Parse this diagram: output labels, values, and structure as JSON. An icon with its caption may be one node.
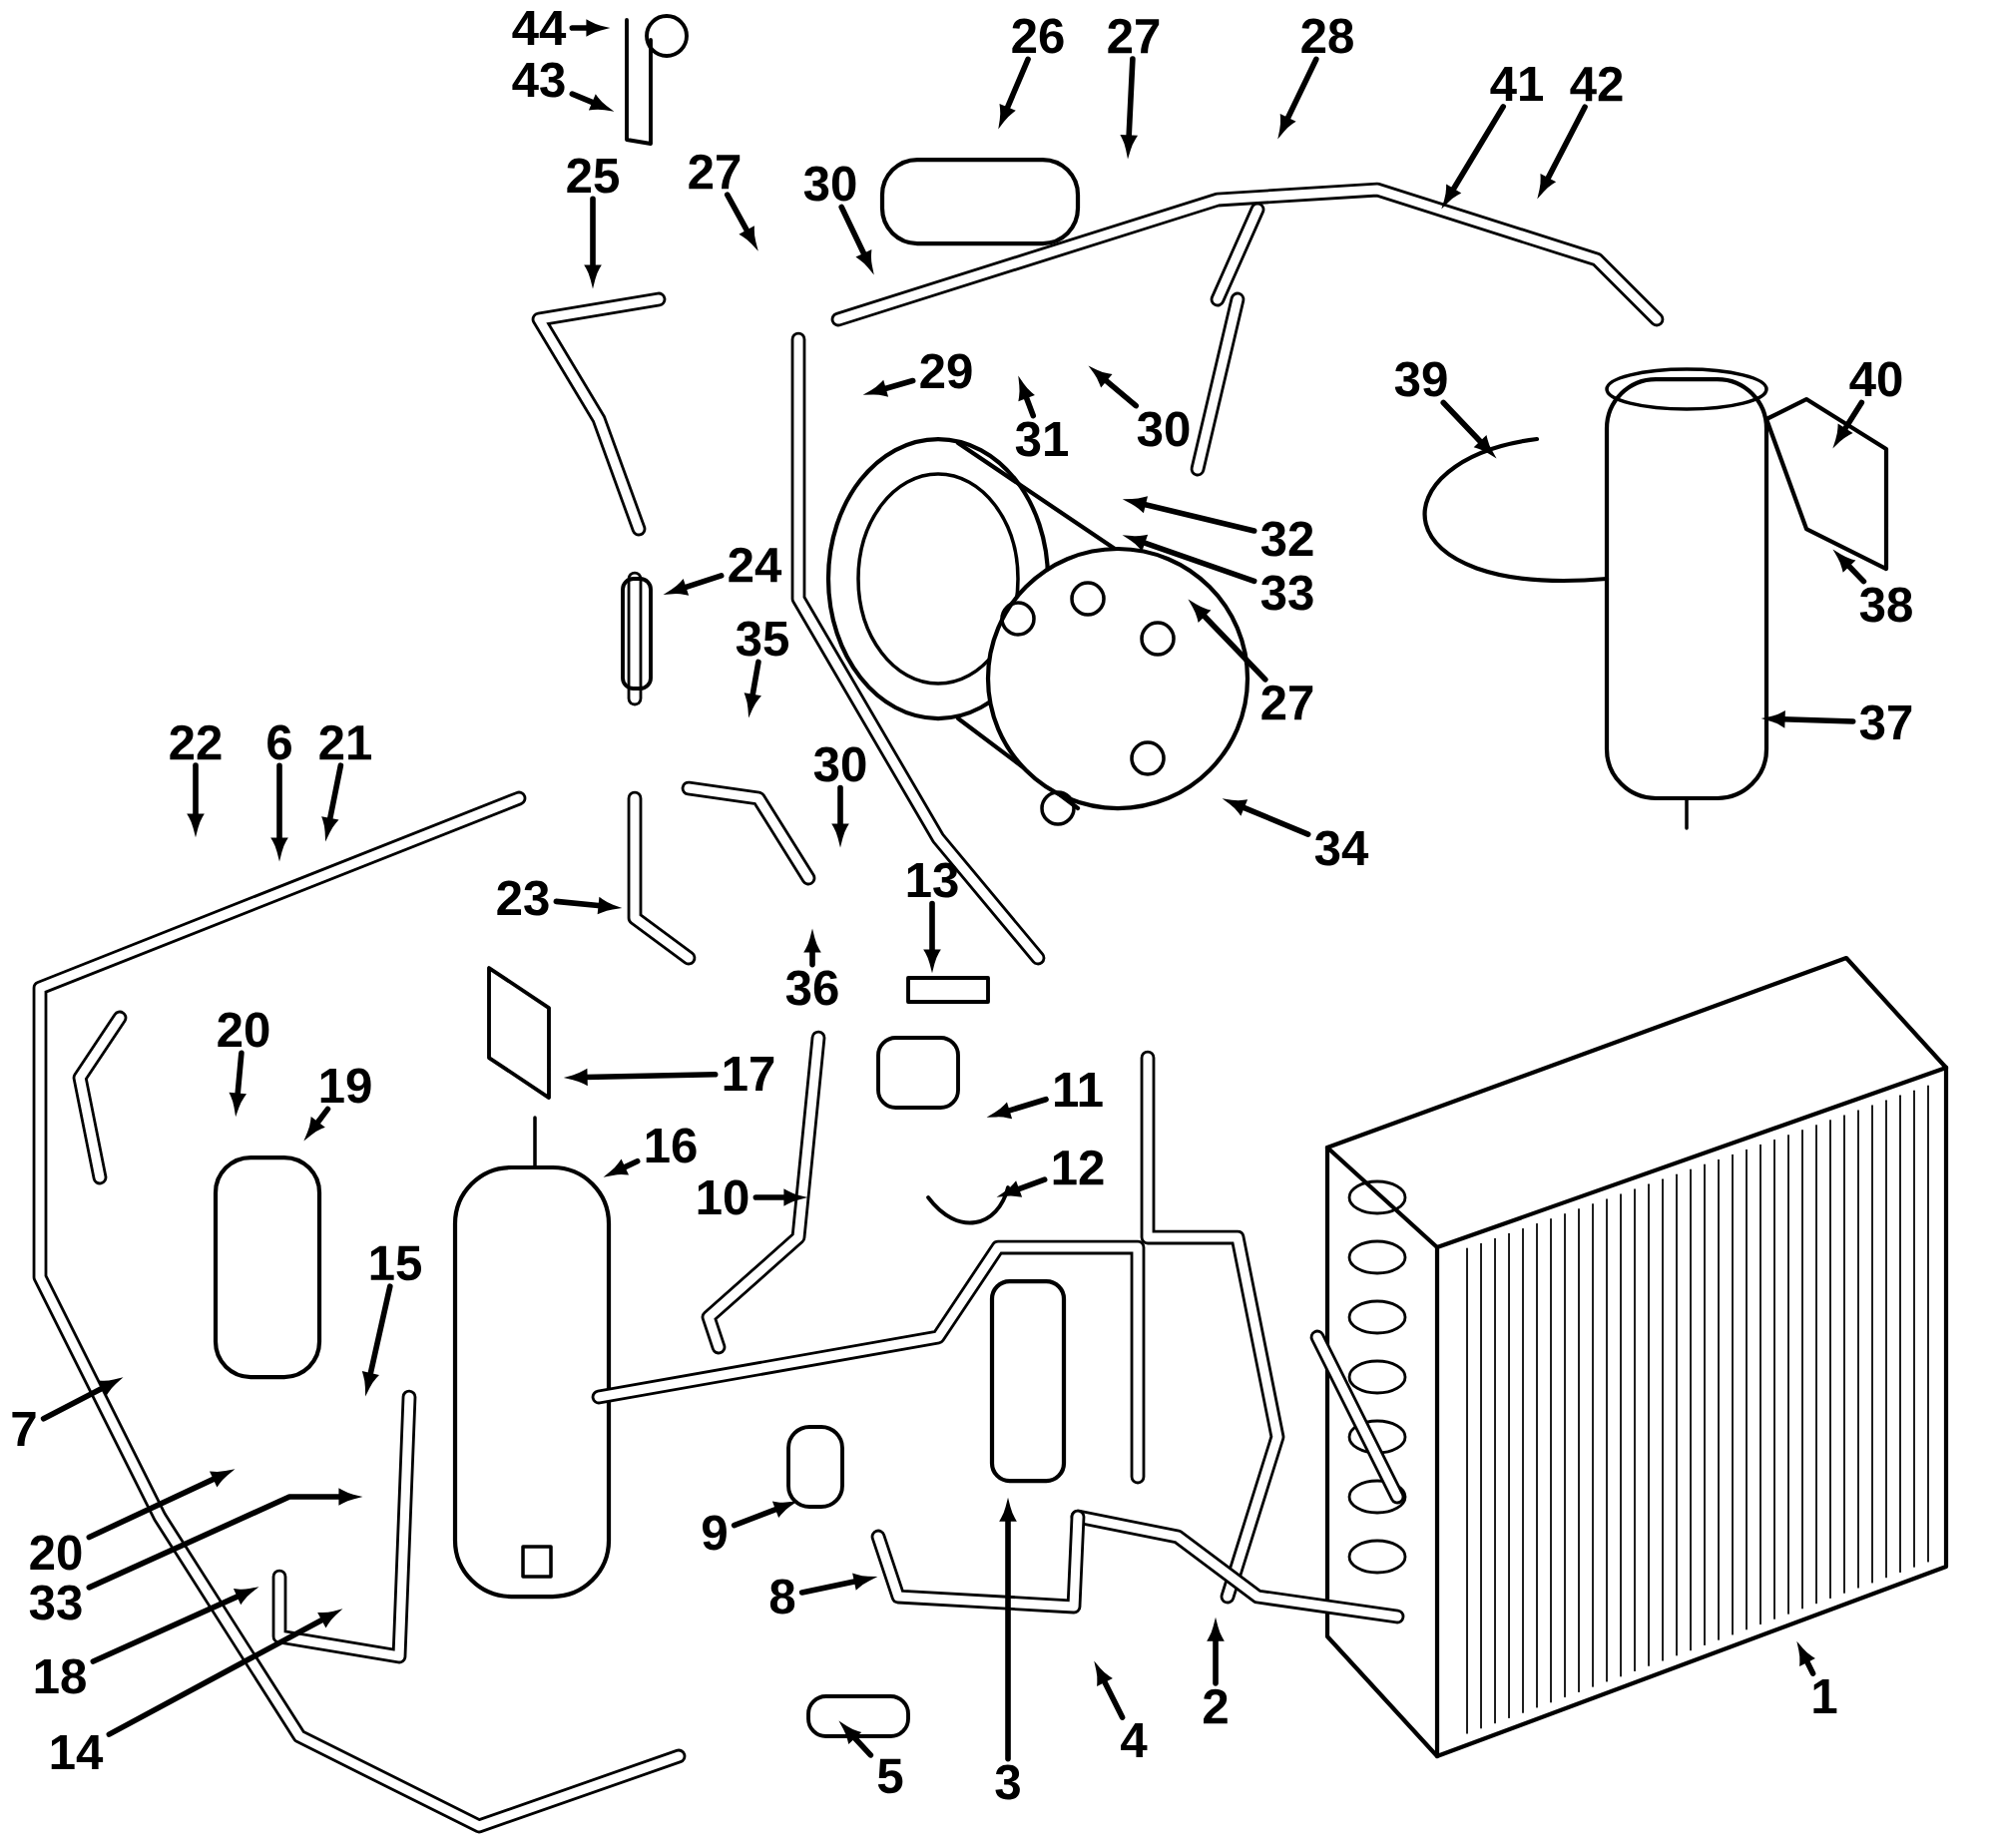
{
  "diagram": {
    "nodes": [
      {
        "text": [
          "44"
        ]
      },
      {
        "text": [
          "43"
        ]
      },
      {
        "text": [
          "26"
        ]
      },
      {
        "text": [
          "27"
        ]
      },
      {
        "text": [
          "28"
        ]
      },
      {
        "text": [
          "41"
        ]
      },
      {
        "text": [
          "42"
        ]
      },
      {
        "text": [
          "25"
        ]
      },
      {
        "text": [
          "27"
        ]
      },
      {
        "text": [
          "30"
        ]
      },
      {
        "text": [
          "29"
        ]
      },
      {
        "text": [
          "31"
        ]
      },
      {
        "text": [
          "30"
        ]
      },
      {
        "text": [
          "32"
        ]
      },
      {
        "text": [
          "33"
        ]
      },
      {
        "text": [
          "39"
        ]
      },
      {
        "text": [
          "40"
        ]
      },
      {
        "text": [
          "38"
        ]
      },
      {
        "text": [
          "37"
        ]
      },
      {
        "text": [
          "24"
        ]
      },
      {
        "text": [
          "35"
        ]
      },
      {
        "text": [
          "27"
        ]
      },
      {
        "text": [
          "22"
        ]
      },
      {
        "text": [
          "6"
        ]
      },
      {
        "text": [
          "21"
        ]
      },
      {
        "text": [
          "30"
        ]
      },
      {
        "text": [
          "34"
        ]
      },
      {
        "text": [
          "23"
        ]
      },
      {
        "text": [
          "36"
        ]
      },
      {
        "text": [
          "13"
        ]
      },
      {
        "text": [
          "17"
        ]
      },
      {
        "text": [
          "16"
        ]
      },
      {
        "text": [
          "20"
        ]
      },
      {
        "text": [
          "19"
        ]
      },
      {
        "text": [
          "11"
        ]
      },
      {
        "text": [
          "10"
        ]
      },
      {
        "text": [
          "12"
        ]
      },
      {
        "text": [
          "15"
        ]
      },
      {
        "text": [
          "7"
        ]
      },
      {
        "text": [
          "9"
        ]
      },
      {
        "text": [
          "20"
        ]
      },
      {
        "text": [
          "33"
        ]
      },
      {
        "text": [
          "18"
        ]
      },
      {
        "text": [
          "8"
        ]
      },
      {
        "text": [
          "14"
        ]
      },
      {
        "text": [
          "3"
        ]
      },
      {
        "text": [
          "4"
        ]
      },
      {
        "text": [
          "2"
        ]
      },
      {
        "text": [
          "5"
        ]
      },
      {
        "text": [
          "1"
        ]
      }
    ],
    "edges": [
      {
        "from": 0,
        "to": null,
        "arrow": "to"
      },
      {
        "from": 1,
        "to": null,
        "arrow": "to"
      },
      {
        "from": 2,
        "to": null,
        "arrow": "to"
      },
      {
        "from": 3,
        "to": null,
        "arrow": "to"
      },
      {
        "from": 4,
        "to": null,
        "arrow": "to"
      },
      {
        "from": 5,
        "to": null,
        "arrow": "to"
      },
      {
        "from": 6,
        "to": null,
        "arrow": "to"
      },
      {
        "from": 7,
        "to": null,
        "arrow": "to"
      },
      {
        "from": 8,
        "to": null,
        "arrow": "to"
      },
      {
        "from": 9,
        "to": null,
        "arrow": "to"
      },
      {
        "from": 10,
        "to": null,
        "arrow": "to"
      },
      {
        "from": 11,
        "to": null,
        "arrow": "to"
      },
      {
        "from": 12,
        "to": null,
        "arrow": "to"
      },
      {
        "from": 13,
        "to": null,
        "arrow": "to"
      },
      {
        "from": 14,
        "to": null,
        "arrow": "to"
      },
      {
        "from": 15,
        "to": null,
        "arrow": "to"
      },
      {
        "from": 16,
        "to": null,
        "arrow": "to"
      },
      {
        "from": 17,
        "to": null,
        "arrow": "to"
      },
      {
        "from": 18,
        "to": null,
        "arrow": "to"
      },
      {
        "from": 19,
        "to": null,
        "arrow": "to"
      },
      {
        "from": 20,
        "to": null,
        "arrow": "to"
      },
      {
        "from": 21,
        "to": null,
        "arrow": "to"
      },
      {
        "from": 22,
        "to": null,
        "arrow": "to"
      },
      {
        "from": 23,
        "to": null,
        "arrow": "to"
      },
      {
        "from": 24,
        "to": null,
        "arrow": "to"
      },
      {
        "from": 25,
        "to": null,
        "arrow": "to"
      },
      {
        "from": 26,
        "to": null,
        "arrow": "to"
      },
      {
        "from": 27,
        "to": null,
        "arrow": "to"
      },
      {
        "from": 28,
        "to": null,
        "arrow": "to"
      },
      {
        "from": 29,
        "to": null,
        "arrow": "to"
      },
      {
        "from": 30,
        "to": null,
        "arrow": "to"
      },
      {
        "from": 31,
        "to": null,
        "arrow": "to"
      },
      {
        "from": 32,
        "to": null,
        "arrow": "to"
      },
      {
        "from": 33,
        "to": null,
        "arrow": "to"
      },
      {
        "from": 34,
        "to": null,
        "arrow": "to"
      },
      {
        "from": 35,
        "to": null,
        "arrow": "to"
      },
      {
        "from": 36,
        "to": null,
        "arrow": "to"
      },
      {
        "from": 37,
        "to": null,
        "arrow": "to"
      },
      {
        "from": 38,
        "to": null,
        "arrow": "to"
      },
      {
        "from": 39,
        "to": null,
        "arrow": "to"
      },
      {
        "from": 40,
        "to": null,
        "arrow": "to"
      },
      {
        "from": 41,
        "to": null,
        "arrow": "to"
      },
      {
        "from": 42,
        "to": null,
        "arrow": "to"
      },
      {
        "from": 43,
        "to": null,
        "arrow": "to"
      },
      {
        "from": 44,
        "to": null,
        "arrow": "to"
      },
      {
        "from": 45,
        "to": null,
        "arrow": "to"
      },
      {
        "from": 46,
        "to": null,
        "arrow": "to"
      },
      {
        "from": 47,
        "to": null,
        "arrow": "to"
      },
      {
        "from": 48,
        "to": null,
        "arrow": "to"
      },
      {
        "from": 49,
        "to": null,
        "arrow": "to"
      }
    ]
  }
}
